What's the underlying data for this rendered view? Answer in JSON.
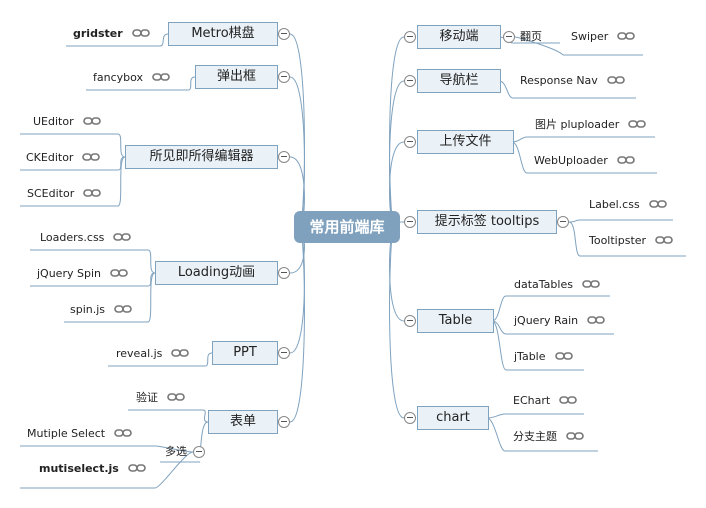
{
  "root": "常用前端库",
  "left": [
    {
      "key": "metro",
      "label": "Metro棋盘",
      "leaves": [
        {
          "text": "gridster",
          "bold": true
        }
      ]
    },
    {
      "key": "popup",
      "label": "弹出框",
      "leaves": [
        {
          "text": "fancybox",
          "bold": false
        }
      ]
    },
    {
      "key": "editor",
      "label": "所见即所得编辑器",
      "leaves": [
        {
          "text": "UEditor",
          "bold": false
        },
        {
          "text": "CKEditor",
          "bold": false
        },
        {
          "text": "SCEditor",
          "bold": false
        }
      ]
    },
    {
      "key": "loading",
      "label": "Loading动画",
      "leaves": [
        {
          "text": "Loaders.css",
          "bold": false
        },
        {
          "text": "jQuery Spin",
          "bold": false
        },
        {
          "text": "spin.js",
          "bold": false
        }
      ]
    },
    {
      "key": "ppt",
      "label": "PPT",
      "leaves": [
        {
          "text": "reveal.js",
          "bold": false
        }
      ]
    },
    {
      "key": "form",
      "label": "表单",
      "leaves": [
        {
          "text": "验证",
          "bold": false
        }
      ],
      "sub": {
        "label": "多选",
        "leaves": [
          {
            "text": "Mutiple Select",
            "bold": false
          },
          {
            "text": "mutiselect.js",
            "bold": true
          }
        ]
      }
    }
  ],
  "right": [
    {
      "key": "mobile",
      "label": "移动端",
      "sub": {
        "label": "翻页",
        "leaves": [
          {
            "text": "Swiper",
            "bold": false
          }
        ]
      }
    },
    {
      "key": "nav",
      "label": "导航栏",
      "leaves": [
        {
          "text": "Response Nav",
          "bold": false
        }
      ]
    },
    {
      "key": "upload",
      "label": "上传文件",
      "leaves": [
        {
          "text": "图片 pluploader",
          "bold": false
        },
        {
          "text": "WebUploader",
          "bold": false
        }
      ]
    },
    {
      "key": "tooltip",
      "label": "提示标签 tooltips",
      "leaves": [
        {
          "text": "Label.css",
          "bold": false
        },
        {
          "text": "Tooltipster",
          "bold": false
        }
      ]
    },
    {
      "key": "table",
      "label": "Table",
      "leaves": [
        {
          "text": "dataTables",
          "bold": false
        },
        {
          "text": "jQuery Rain",
          "bold": false
        },
        {
          "text": "jTable",
          "bold": false
        }
      ]
    },
    {
      "key": "chart",
      "label": "chart",
      "leaves": [
        {
          "text": "EChart",
          "bold": false
        },
        {
          "text": "分支主题",
          "bold": false
        }
      ]
    }
  ],
  "colors": {
    "root_bg": "#7fa1bd",
    "node_bg": "#eaf1f7",
    "node_border": "#7fa2bf",
    "edge": "#7fa2bf",
    "link_icon": "#777777"
  }
}
